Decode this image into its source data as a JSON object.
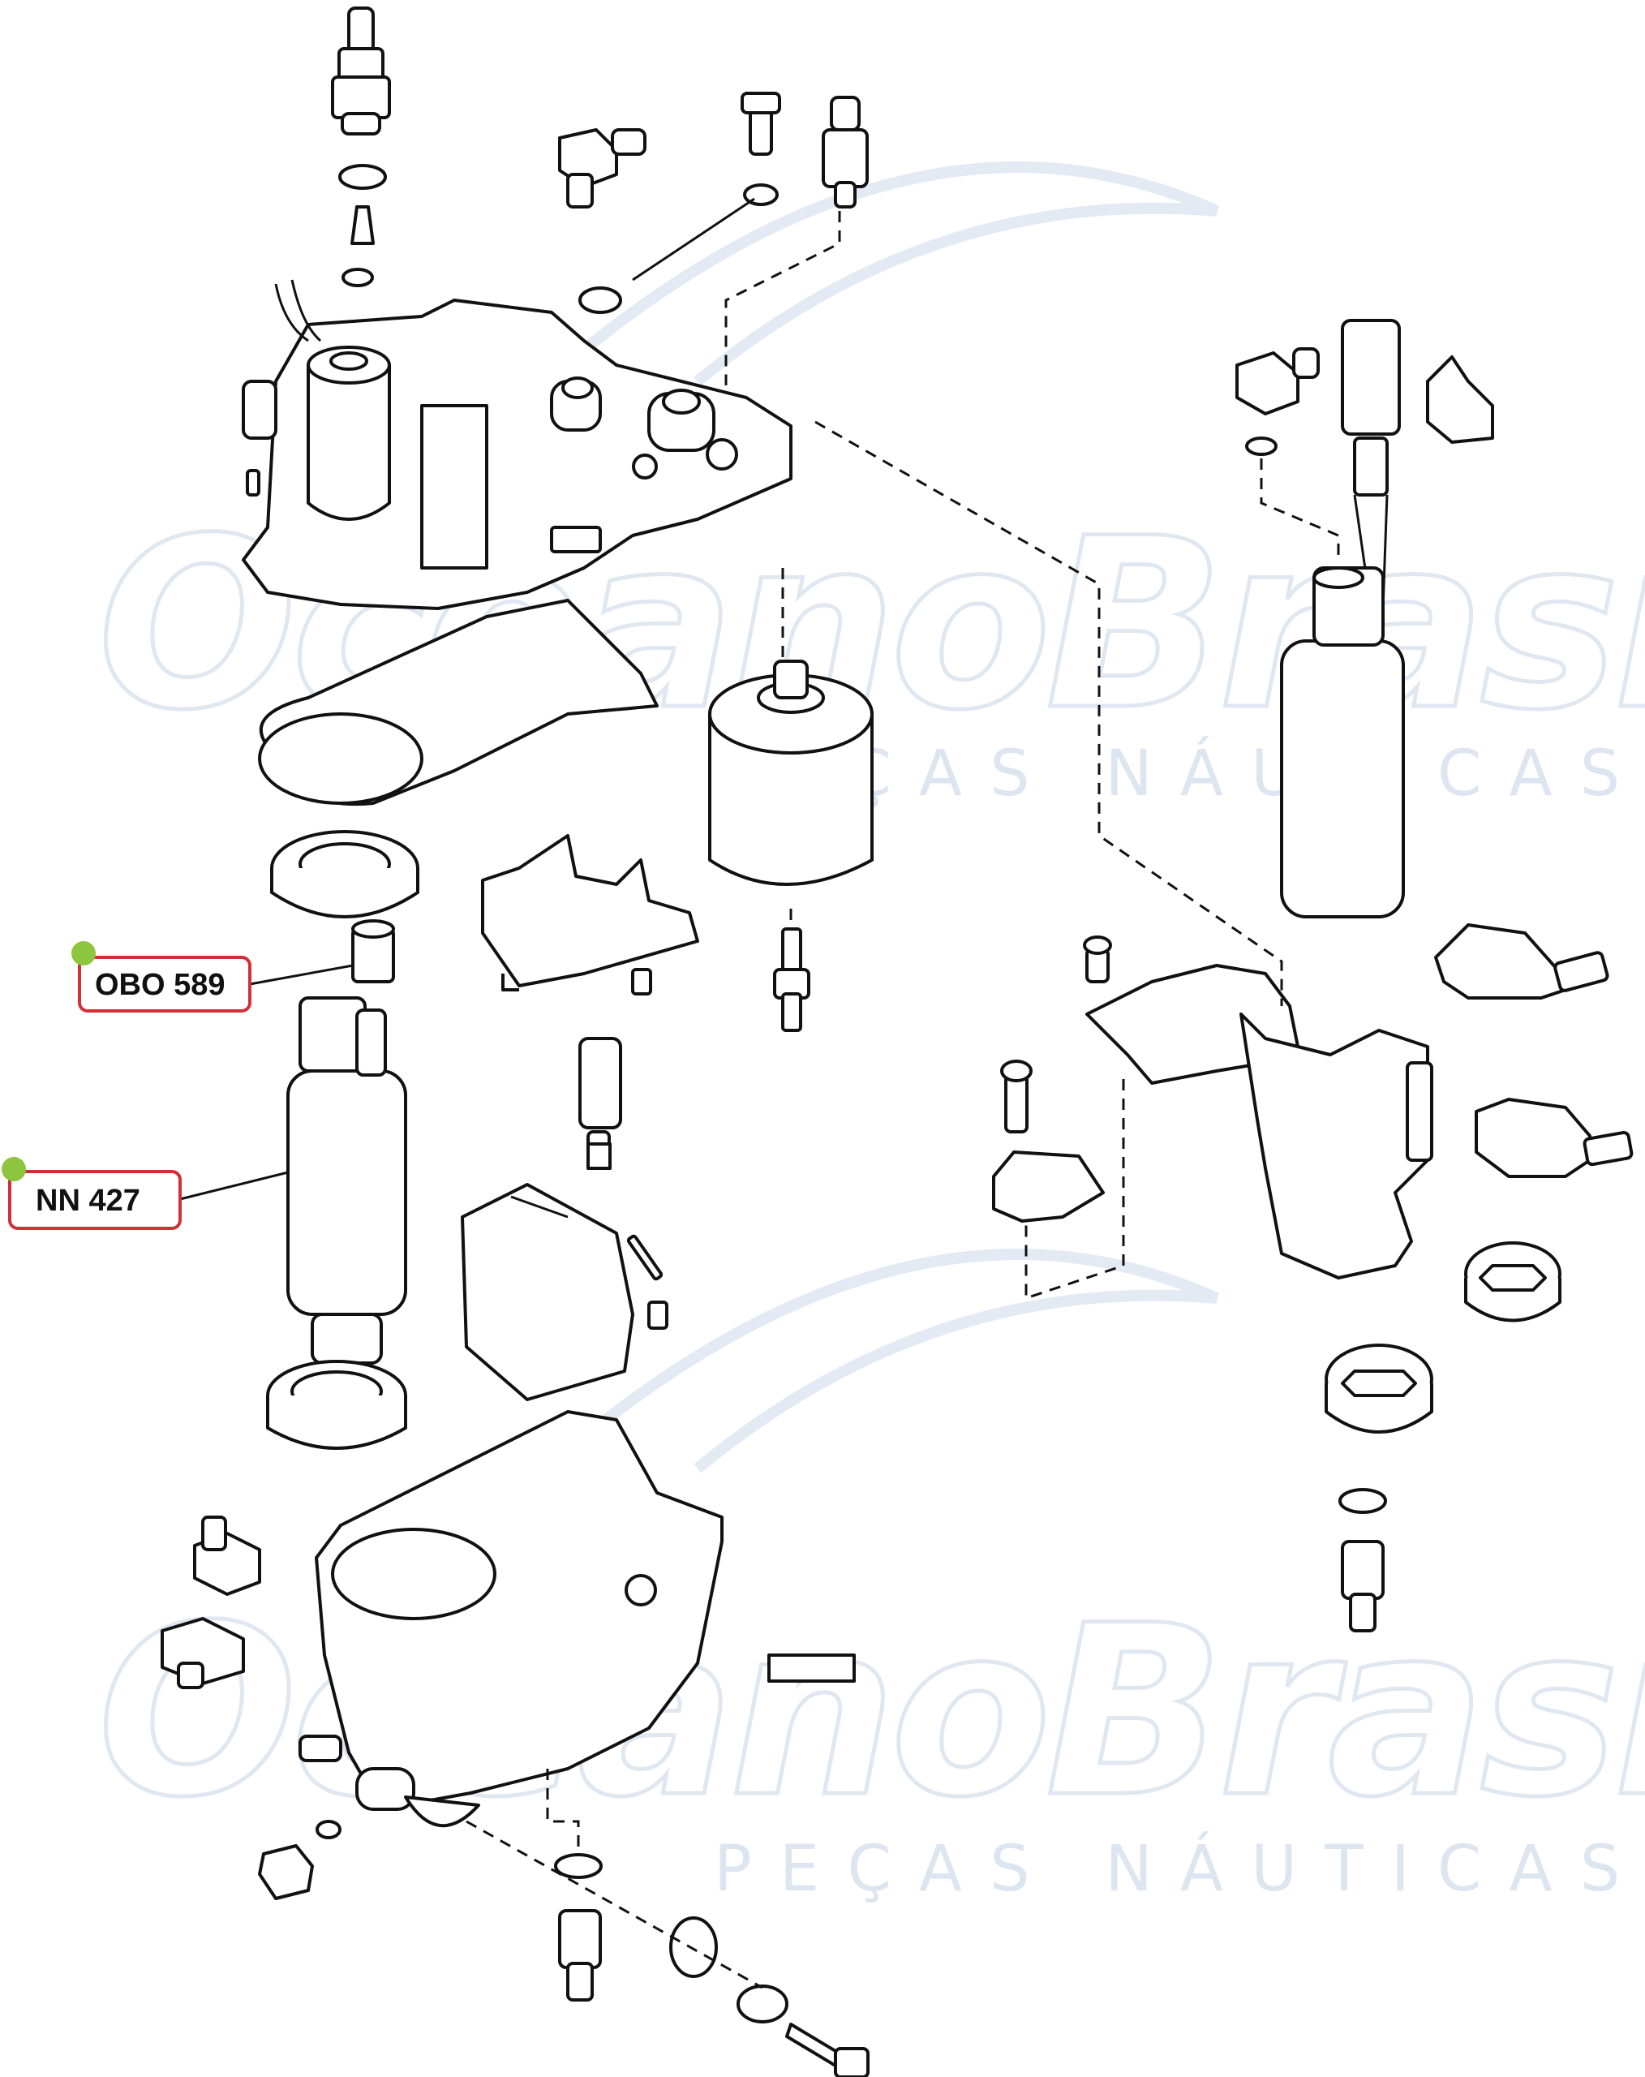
{
  "watermark": {
    "brand": "OceanoBrasil",
    "tagline": "PEÇAS NÁUTICAS"
  },
  "callouts": [
    {
      "label": "OBO 589",
      "color": "#d32f36",
      "dot_color": "#8cc63f"
    },
    {
      "label": "NN 427",
      "color": "#d32f36",
      "dot_color": "#8cc63f"
    }
  ]
}
